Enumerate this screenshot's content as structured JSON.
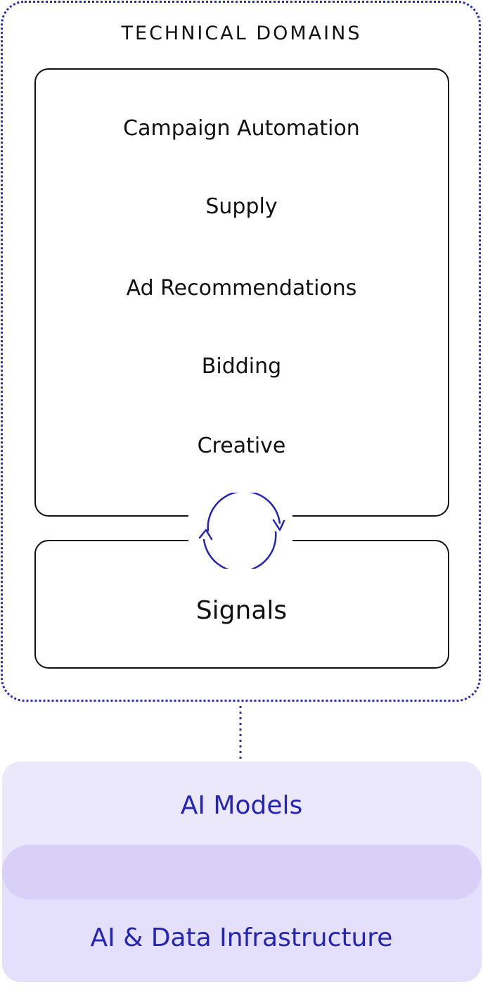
{
  "title": "TECHNICAL DOMAINS",
  "domains": [
    "Campaign Automation",
    "Supply",
    "Ad Recommendations",
    "Bidding",
    "Creative"
  ],
  "signals": "Signals",
  "cycle_icon": "refresh-cycle-icon",
  "stack": {
    "models": "AI Models",
    "infrastructure": "AI & Data Infrastructure"
  },
  "colors": {
    "accent": "#2424b8",
    "outline": "#111111",
    "stack_fill": "#ece8fc",
    "stack_band": "#d9d0f7"
  }
}
